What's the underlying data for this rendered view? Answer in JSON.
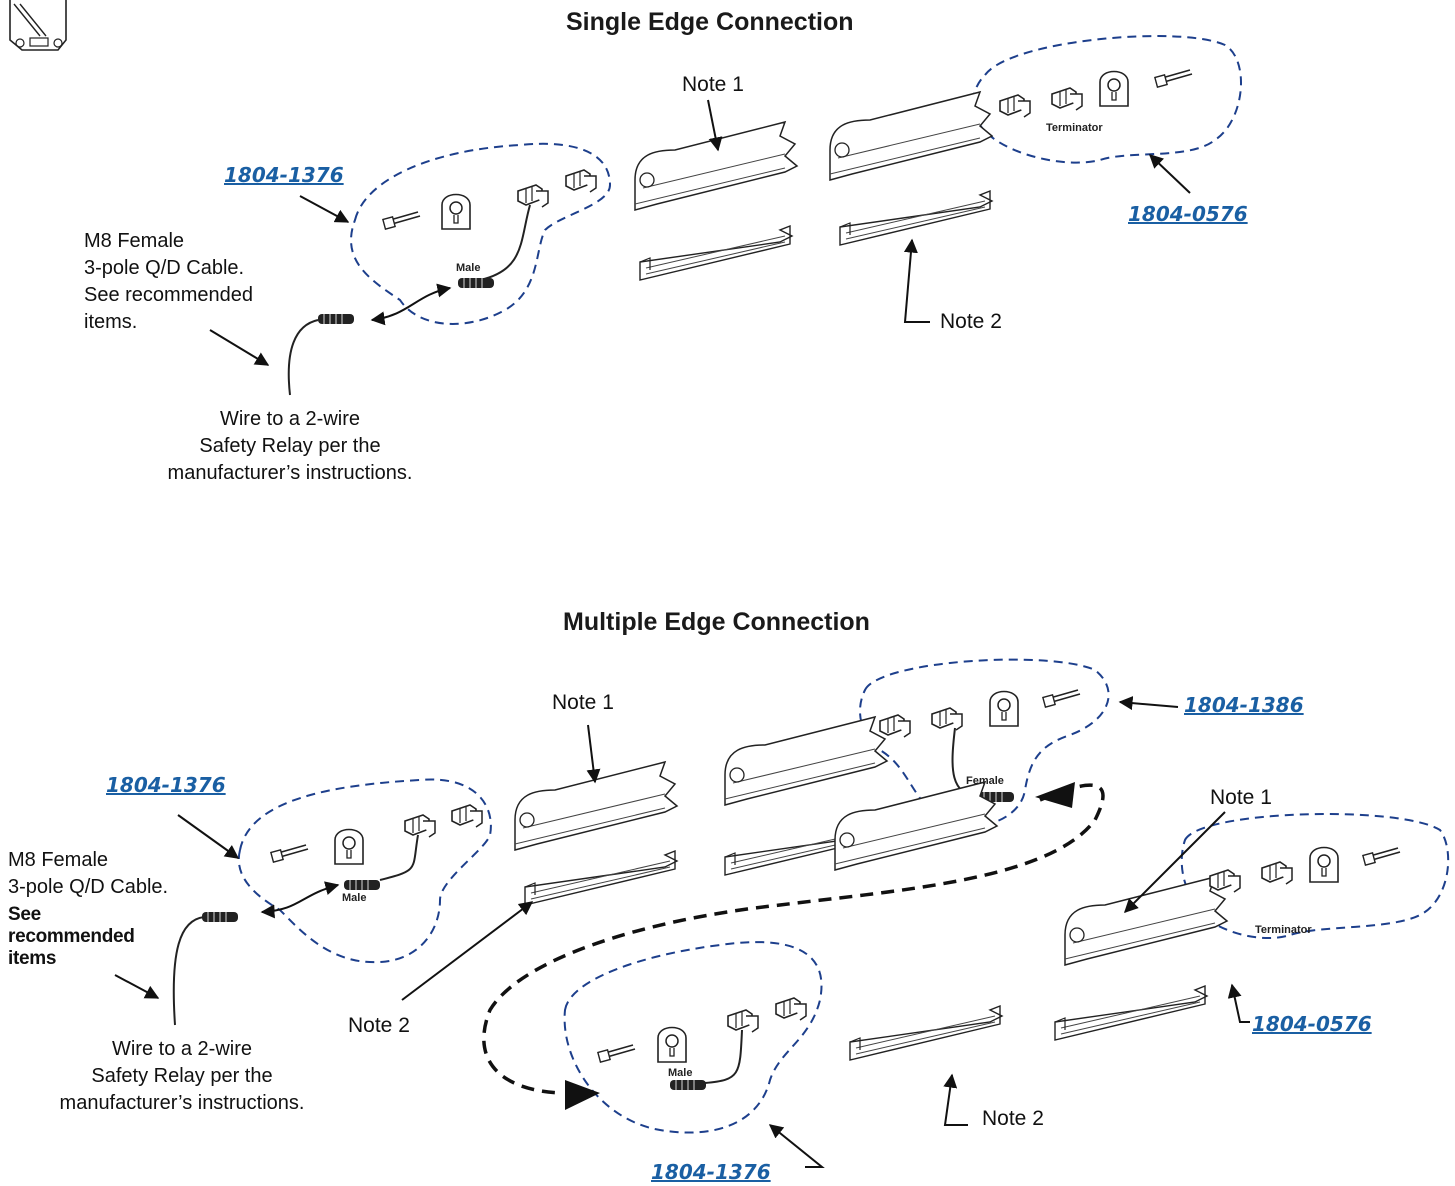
{
  "single": {
    "title": "Single Edge Connection",
    "note1": "Note 1",
    "note2": "Note 2",
    "part_left": "1804-1376",
    "part_right": "1804-0576",
    "male": "Male",
    "terminator": "Terminator",
    "cable": [
      "M8 Female",
      "3-pole Q/D Cable.",
      "See recommended",
      "items."
    ],
    "wire": [
      "Wire to a 2-wire",
      "Safety Relay per the",
      "manufacturer’s instructions."
    ]
  },
  "multiple": {
    "title": "Multiple Edge Connection",
    "note1_left": "Note 1",
    "note1_right": "Note 1",
    "note2_left": "Note 2",
    "note2_right": "Note 2",
    "part_left": "1804-1376",
    "part_top": "1804-1386",
    "part_bottom": "1804-1376",
    "part_right": "1804-0576",
    "male_left": "Male",
    "male_bottom": "Male",
    "female": "Female",
    "terminator": "Terminator",
    "cable_line1": "M8 Female",
    "cable_line2": "3-pole Q/D Cable.",
    "cable_bold": [
      "See",
      "recommended",
      "items"
    ],
    "wire": [
      "Wire to a 2-wire",
      "Safety Relay per the",
      "manufacturer’s instructions."
    ]
  },
  "colors": {
    "link": "#1a5fa3",
    "dash": "#1d3f8c",
    "ink": "#111111"
  },
  "icons": [
    "corner-profile-icon",
    "end-cap-icon",
    "connector-plug-icon",
    "rubber-edge-profile-icon",
    "aluminum-channel-icon"
  ]
}
